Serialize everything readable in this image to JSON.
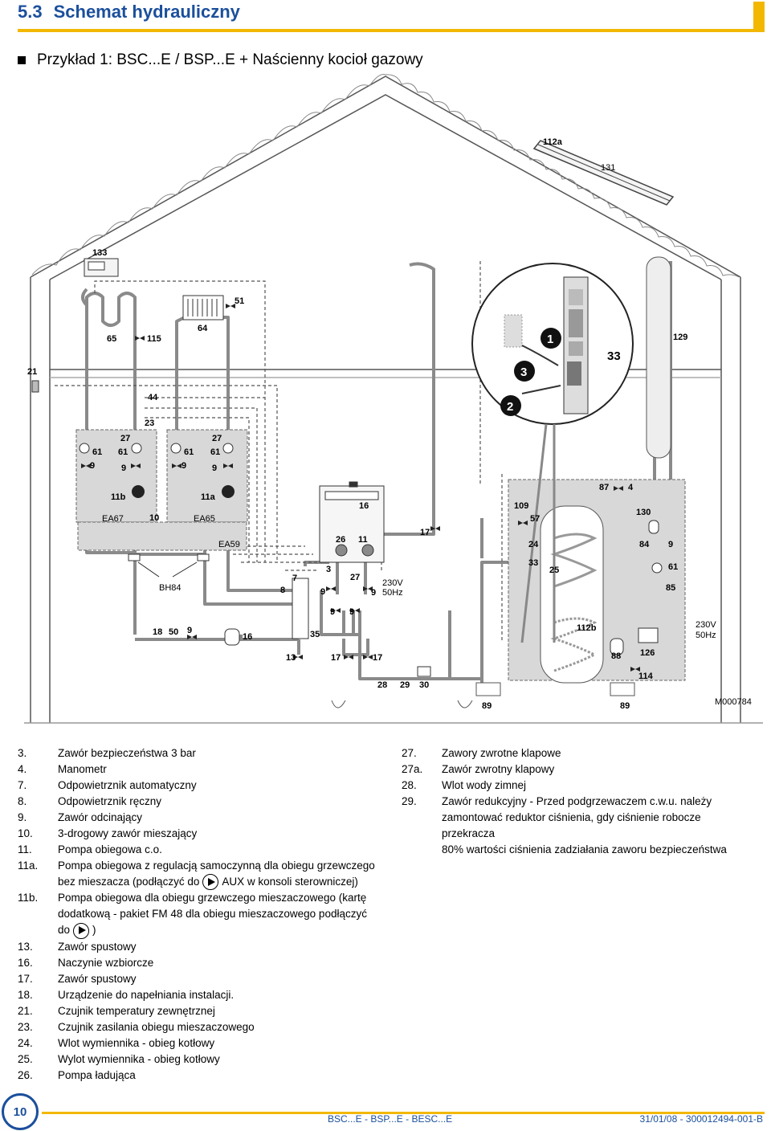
{
  "header": {
    "section_number": "5.3",
    "section_title": "Schemat hydrauliczny"
  },
  "subtitle": "Przykład 1: BSC...E / BSP...E + Naścienny kocioł gazowy",
  "diagram": {
    "labels": {
      "l112a": "112a",
      "l131": "131",
      "l133": "133",
      "l51": "51",
      "l65": "65",
      "l115": "115",
      "l64": "64",
      "l129": "129",
      "l21": "21",
      "l44": "44",
      "l23": "23",
      "l27a": "27",
      "l27b": "27",
      "l61a": "61",
      "l61b": "61",
      "l61c": "61",
      "l61d": "61",
      "l9a": "9",
      "l9b": "9",
      "l9c": "9",
      "l9d": "9",
      "l11b": "11b",
      "l11a": "11a",
      "l10": "10",
      "lEA67": "EA67",
      "lEA65": "EA65",
      "lEA59": "EA59",
      "l16top": "16",
      "l26": "26",
      "l11": "11",
      "l3": "3",
      "l27c": "27",
      "l7": "7",
      "l8": "8",
      "l9e": "9",
      "l9f": "9",
      "l9g": "9",
      "l9h": "9",
      "lv230a": "230V",
      "lhz50a": "50Hz",
      "lBH84": "BH84",
      "l18": "18",
      "l50": "50",
      "l9i": "9",
      "l16": "16",
      "l35": "35",
      "l13": "13",
      "l17a": "17",
      "l17b": "17",
      "l17c": "17",
      "l28": "28",
      "l29": "29",
      "l30": "30",
      "l89a": "89",
      "l89b": "89",
      "l109": "109",
      "l57": "57",
      "l24": "24",
      "l33": "33",
      "l25": "25",
      "l87": "87",
      "l4": "4",
      "l130": "130",
      "l84": "84",
      "l9j": "9",
      "l61e": "61",
      "l85": "85",
      "l112b": "112b",
      "l88": "88",
      "l126": "126",
      "l114": "114",
      "lv230b": "230V",
      "lhz50b": "50Hz",
      "callout1": "1",
      "callout2": "2",
      "callout3": "3",
      "callout33": "33",
      "ref": "M000784"
    }
  },
  "legend_left": [
    {
      "n": "3.",
      "t": "Zawór bezpieczeństwa 3 bar"
    },
    {
      "n": "4.",
      "t": "Manometr"
    },
    {
      "n": "7.",
      "t": "Odpowietrznik automatyczny"
    },
    {
      "n": "8.",
      "t": "Odpowietrznik ręczny"
    },
    {
      "n": "9.",
      "t": "Zawór odcinający"
    },
    {
      "n": "10.",
      "t": "3-drogowy zawór mieszający"
    },
    {
      "n": "11.",
      "t": "Pompa obiegowa c.o."
    },
    {
      "n": "11a.",
      "t": "Pompa obiegowa z regulacją samoczynną dla obiegu grzewczego",
      "t2a": "bez mieszacza (podłączyć do",
      "t2b": "AUX w konsoli sterowniczej)"
    },
    {
      "n": "11b.",
      "t": "Pompa obiegowa dla obiegu grzewczego mieszaczowego (kartę",
      "t2": "dodatkową - pakiet FM 48 dla obiegu mieszaczowego podłączyć",
      "t3a": "do",
      "t3b": ")"
    },
    {
      "n": "13.",
      "t": "Zawór spustowy"
    },
    {
      "n": "16.",
      "t": "Naczynie wzbiorcze"
    },
    {
      "n": "17.",
      "t": "Zawór spustowy"
    },
    {
      "n": "18.",
      "t": "Urządzenie do napełniania instalacji."
    },
    {
      "n": "21.",
      "t": "Czujnik temperatury zewnętrznej"
    },
    {
      "n": "23.",
      "t": "Czujnik zasilania obiegu mieszaczowego"
    },
    {
      "n": "24.",
      "t": "Wlot wymiennika - obieg kotłowy"
    },
    {
      "n": "25.",
      "t": "Wylot wymiennika - obieg kotłowy"
    },
    {
      "n": "26.",
      "t": "Pompa ładująca"
    }
  ],
  "legend_right": [
    {
      "n": "27.",
      "t": "Zawory zwrotne klapowe"
    },
    {
      "n": "27a.",
      "t": "Zawór zwrotny klapowy"
    },
    {
      "n": "28.",
      "t": "Wlot wody zimnej"
    },
    {
      "n": "29.",
      "t": "Zawór redukcyjny - Przed podgrzewaczem c.w.u. należy",
      "t2": "zamontować reduktor ciśnienia, gdy ciśnienie robocze przekracza",
      "t3": "80% wartości ciśnienia zadziałania zaworu bezpieczeństwa"
    }
  ],
  "footer": {
    "page": "10",
    "models": "BSC...E - BSP...E - BESC...E",
    "doc_ref": "31/01/08 - 300012494-001-B"
  },
  "colors": {
    "brand_blue": "#1b4f9c",
    "accent_yellow": "#f2b800",
    "pipe_gray": "#8a8a8a",
    "box_gray": "#d8d8d8"
  }
}
